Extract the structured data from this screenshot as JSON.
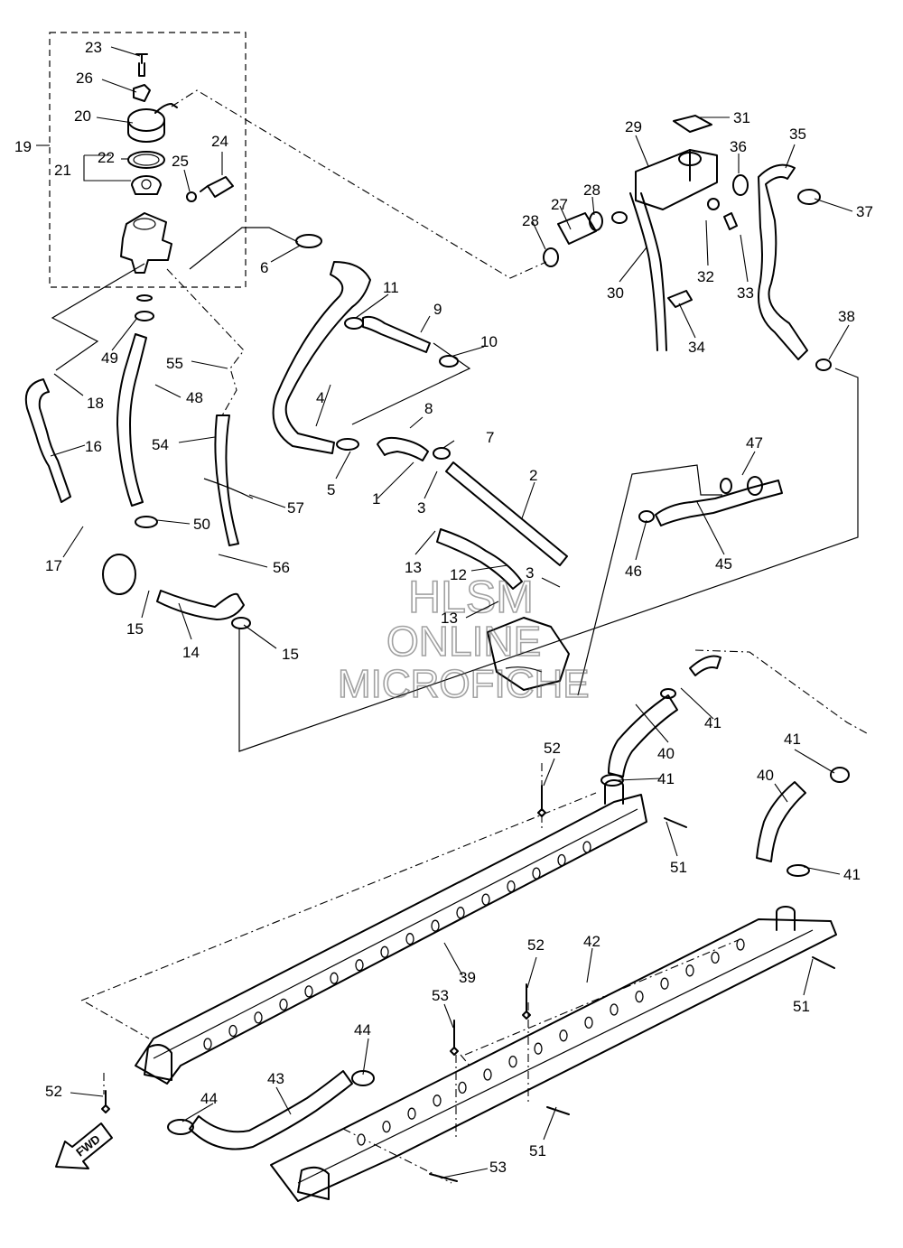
{
  "watermark": {
    "line1": "HLSM",
    "line2": "ONLINE",
    "line3": "MICROFICHE"
  },
  "direction_label": "FWD",
  "callouts": {
    "c1": "1",
    "c2": "2",
    "c3a": "3",
    "c3b": "3",
    "c4": "4",
    "c5": "5",
    "c6": "6",
    "c7": "7",
    "c8": "8",
    "c9": "9",
    "c10": "10",
    "c11": "11",
    "c12": "12",
    "c13a": "13",
    "c13b": "13",
    "c14": "14",
    "c15a": "15",
    "c15b": "15",
    "c16": "16",
    "c17": "17",
    "c18": "18",
    "c19": "19",
    "c20": "20",
    "c21": "21",
    "c22": "22",
    "c23": "23",
    "c24": "24",
    "c25": "25",
    "c26": "26",
    "c27": "27",
    "c28a": "28",
    "c28b": "28",
    "c29": "29",
    "c30": "30",
    "c31": "31",
    "c32": "32",
    "c33": "33",
    "c34": "34",
    "c35": "35",
    "c36": "36",
    "c37": "37",
    "c38": "38",
    "c39": "39",
    "c40a": "40",
    "c40b": "40",
    "c41a": "41",
    "c41b": "41",
    "c41c": "41",
    "c41d": "41",
    "c42": "42",
    "c43": "43",
    "c44a": "44",
    "c44b": "44",
    "c45": "45",
    "c46": "46",
    "c47": "47",
    "c48": "48",
    "c49": "49",
    "c50": "50",
    "c51a": "51",
    "c51b": "51",
    "c51c": "51",
    "c52a": "52",
    "c52b": "52",
    "c52c": "52",
    "c53a": "53",
    "c53b": "53",
    "c54": "54",
    "c55": "55",
    "c56": "56",
    "c57": "57"
  }
}
